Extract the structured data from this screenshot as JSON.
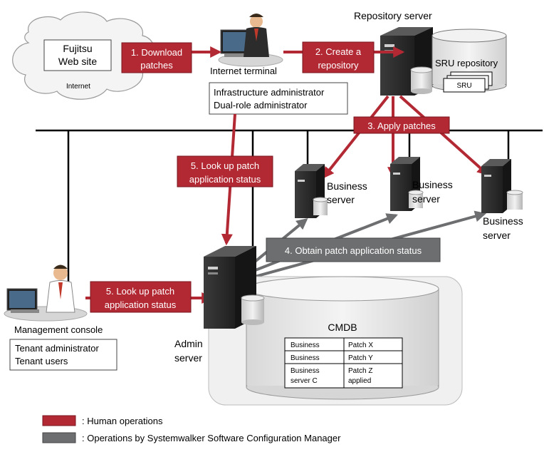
{
  "cloud": {
    "site_line1": "Fujitsu",
    "site_line2": "Web site",
    "label": "Internet"
  },
  "internet_terminal": {
    "label": "Internet terminal",
    "roles": [
      "Infrastructure administrator",
      "Dual-role administrator"
    ]
  },
  "repository_server": {
    "label": "Repository server",
    "repo_label": "SRU repository",
    "sru_label": "SRU"
  },
  "steps": {
    "s1": [
      "1. Download",
      "patches"
    ],
    "s2": [
      "2. Create a",
      "repository"
    ],
    "s3": "3. Apply patches",
    "s4": "4. Obtain patch application status",
    "s5a": [
      "5. Look up patch",
      "application status"
    ],
    "s5b": [
      "5. Look up patch",
      "application status"
    ]
  },
  "business_servers": [
    {
      "line1": "Business",
      "line2": "server"
    },
    {
      "line1": "Business",
      "line2": "server"
    },
    {
      "line1": "Business",
      "line2": "server"
    }
  ],
  "admin_server": {
    "line1": "Admin",
    "line2": "server"
  },
  "management_console": {
    "label": "Management console",
    "roles": [
      "Tenant administrator",
      "Tenant users"
    ]
  },
  "cmdb": {
    "title": "CMDB",
    "rows": [
      {
        "server": [
          "Business"
        ],
        "patch": [
          "Patch X"
        ]
      },
      {
        "server": [
          "Business"
        ],
        "patch": [
          "Patch Y"
        ]
      },
      {
        "server": [
          "Business",
          "server C"
        ],
        "patch": [
          "Patch Z",
          "applied"
        ]
      }
    ]
  },
  "legend": {
    "human_label": ": Human operations",
    "tool_label": ": Operations by Systemwalker Software Configuration Manager",
    "human_color": "#B22833",
    "tool_color": "#6D6E70"
  },
  "colors": {
    "red": "#B22833",
    "gray": "#6D6E70",
    "server_dark": "#2a2a2a"
  }
}
